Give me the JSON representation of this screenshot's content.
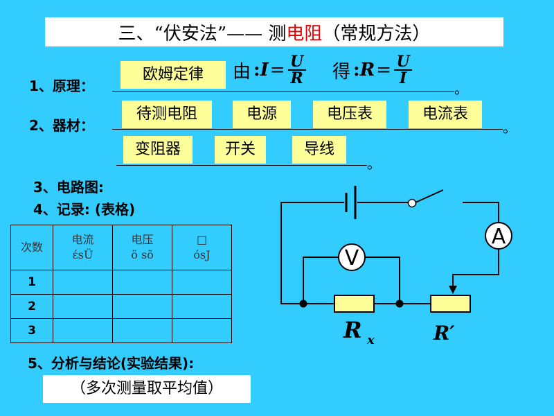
{
  "title": {
    "prefix": "三、“伏安法”——  测",
    "highlight": "电阻",
    "suffix": "（常规方法）"
  },
  "principle": {
    "label": "1、原理：",
    "answer": "欧姆定律",
    "formula1_prefix": "由",
    "formula1_lhs": "I",
    "formula1_num": "U",
    "formula1_den": "R",
    "formula2_prefix": "得",
    "formula2_lhs": "R",
    "formula2_num": "U",
    "formula2_den": "I",
    "period": "。"
  },
  "equipment": {
    "label": "2、器材：",
    "items_row1": [
      "待测电阻",
      "电源",
      "电压表",
      "电流表"
    ],
    "items_row2": [
      "变阻器",
      "开关",
      "导线"
    ],
    "period": "。"
  },
  "circuit_heading": "3、电路图:",
  "record_heading": "4、记录: (表格)",
  "table": {
    "headers": [
      {
        "line1": "次数",
        "line2": ""
      },
      {
        "line1": "电流",
        "line2": "ɛ́sÜ"
      },
      {
        "line1": "电压",
        "line2": "ö sõ"
      },
      {
        "line1": "□",
        "line2": "ósJ"
      }
    ],
    "rows": [
      "1",
      "2",
      "3"
    ]
  },
  "analysis_heading": "5、分析与结论(实验结果):",
  "conclusion": "（多次测量取平均值）",
  "circuit": {
    "ammeter": "A",
    "voltmeter": "V",
    "rx_label": "R",
    "rx_sub": "x",
    "rprime_label": "R′"
  },
  "colors": {
    "background": "#33ccff",
    "highlight_box": "#ffff99",
    "accent_red": "#e60000",
    "resistor": "#ffff99"
  }
}
